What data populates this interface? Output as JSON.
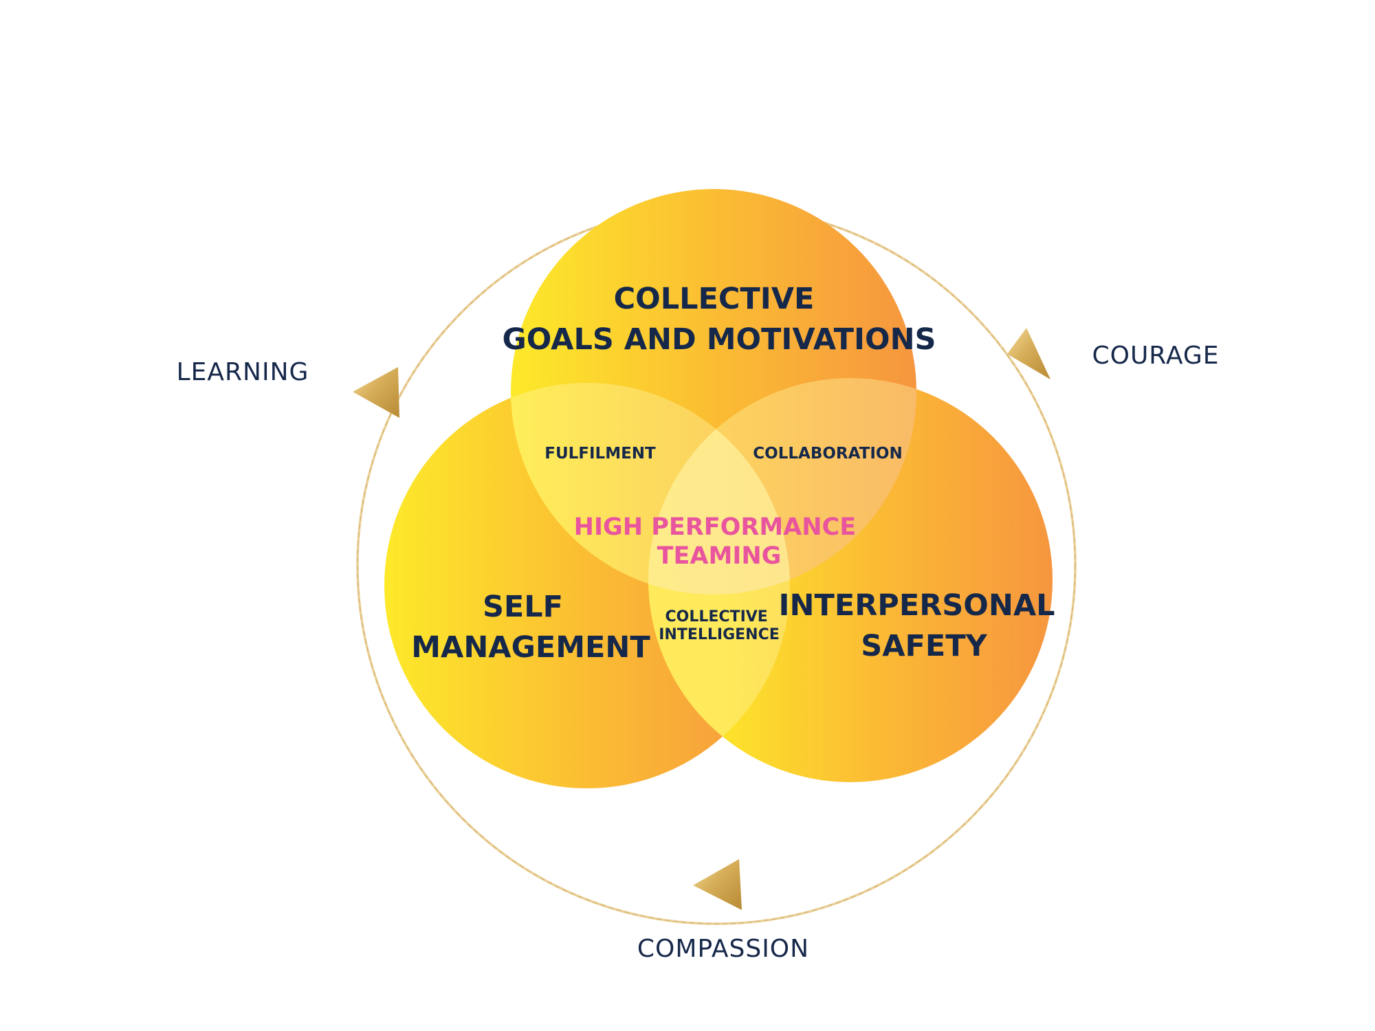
{
  "diagram": {
    "sets": {
      "top": {
        "line1": "COLLECTIVE",
        "line2": "GOALS AND MOTIVATIONS"
      },
      "left": {
        "line1": "SELF",
        "line2": "MANAGEMENT"
      },
      "right": {
        "line1": "INTERPERSONAL",
        "line2": "SAFETY"
      }
    },
    "overlaps": {
      "top_left": "FULFILMENT",
      "top_right": "COLLABORATION",
      "left_right": {
        "line1": "COLLECTIVE",
        "line2": "INTELLIGENCE"
      }
    },
    "center": {
      "line1": "HIGH PERFORMANCE",
      "line2": "TEAMING"
    },
    "cycle": {
      "left": "LEARNING",
      "right": "COURAGE",
      "bottom": "COMPASSION"
    }
  },
  "colors": {
    "text_dark": "#16284a",
    "center_text": "#e8559e",
    "gradient_start": "#fde92a",
    "gradient_end": "#f6963f",
    "gold": "#d9b25e"
  }
}
